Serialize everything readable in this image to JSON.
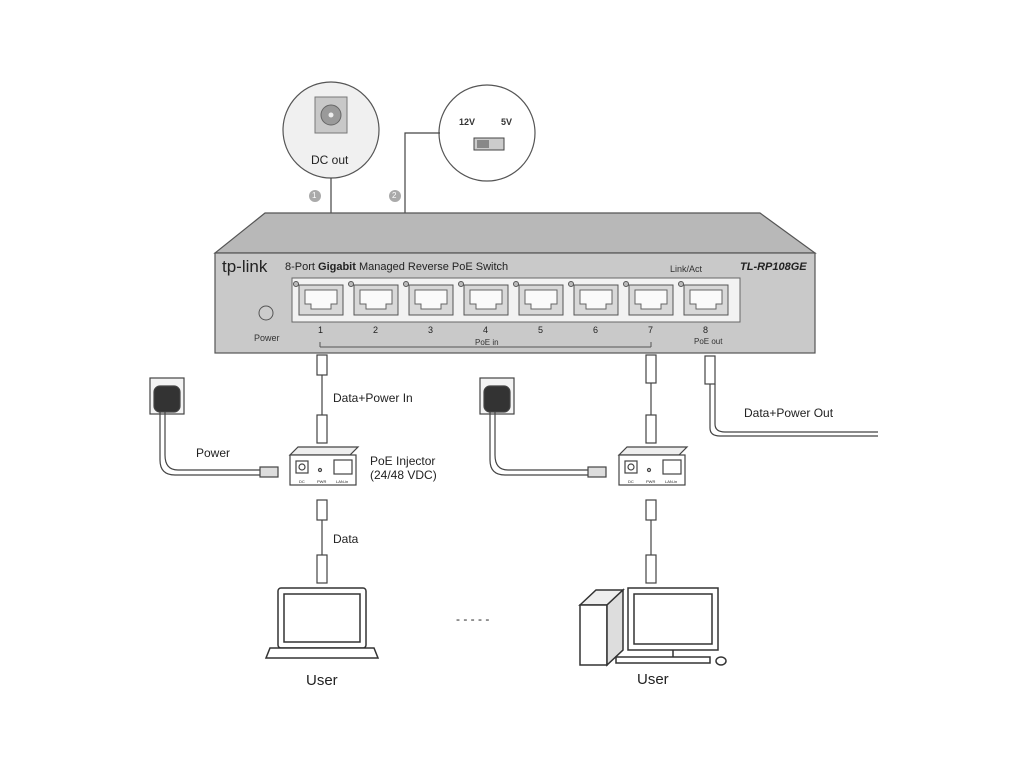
{
  "callouts": {
    "dc_out": "DC out",
    "step1": "1",
    "step2": "2",
    "v12": "12V",
    "v5": "5V"
  },
  "switch": {
    "brand": "tp-link",
    "title_prefix": "8-Port ",
    "title_bold": "Gigabit",
    "title_suffix": " Managed Reverse PoE Switch",
    "model": "TL-RP108GE",
    "link_act": "Link/Act",
    "power_label": "Power",
    "ports": [
      "1",
      "2",
      "3",
      "4",
      "5",
      "6",
      "7",
      "8"
    ],
    "poe_in": "PoE in",
    "poe_out": "PoE out"
  },
  "labels": {
    "data_power_in": "Data+Power In",
    "data_power_out": "Data+Power Out",
    "power": "Power",
    "poe_injector_line1": "PoE Injector",
    "poe_injector_line2": "(24/48 VDC)",
    "data": "Data",
    "dots": "- - - - -",
    "user_left": "User",
    "user_right": "User"
  },
  "injector": {
    "dc": "DC",
    "pwr": "PWR",
    "lan": "LAN-in"
  }
}
